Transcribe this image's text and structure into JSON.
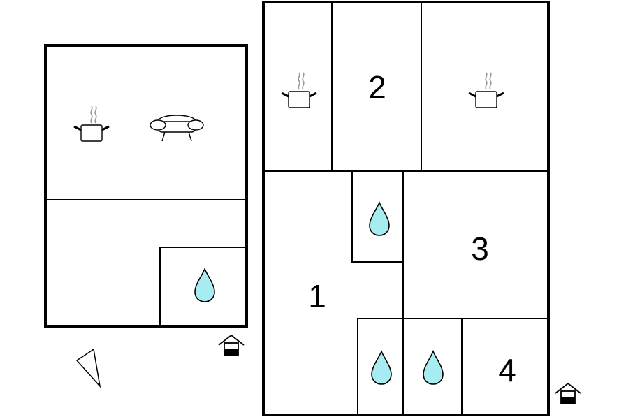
{
  "floor_plan": {
    "left_building": {
      "rooms": [
        {
          "id": "living-kitchen",
          "icons": [
            "kitchen-pot-icon",
            "sofa-icon"
          ]
        },
        {
          "id": "lower-room",
          "icons": []
        },
        {
          "id": "bathroom",
          "icons": [
            "water-drop-icon"
          ]
        }
      ],
      "entrance_icon": "entrance-icon",
      "compass_icon": "north-arrow-icon"
    },
    "right_building": {
      "rooms": [
        {
          "id": "kitchen-left",
          "icons": [
            "kitchen-pot-icon"
          ]
        },
        {
          "id": "bedroom-2",
          "number": "2",
          "icons": []
        },
        {
          "id": "kitchen-right",
          "icons": [
            "kitchen-pot-icon"
          ]
        },
        {
          "id": "bathroom-upper",
          "icons": [
            "water-drop-icon"
          ]
        },
        {
          "id": "bedroom-1",
          "number": "1",
          "icons": []
        },
        {
          "id": "bedroom-3",
          "number": "3",
          "icons": []
        },
        {
          "id": "bathroom-lower-left",
          "icons": [
            "water-drop-icon"
          ]
        },
        {
          "id": "bathroom-lower-right",
          "icons": [
            "water-drop-icon"
          ]
        },
        {
          "id": "bedroom-4",
          "number": "4",
          "icons": []
        }
      ],
      "entrance_icon": "entrance-icon"
    },
    "colors": {
      "wall": "#000000",
      "water": "#a6ecf0",
      "background": "#ffffff"
    }
  }
}
